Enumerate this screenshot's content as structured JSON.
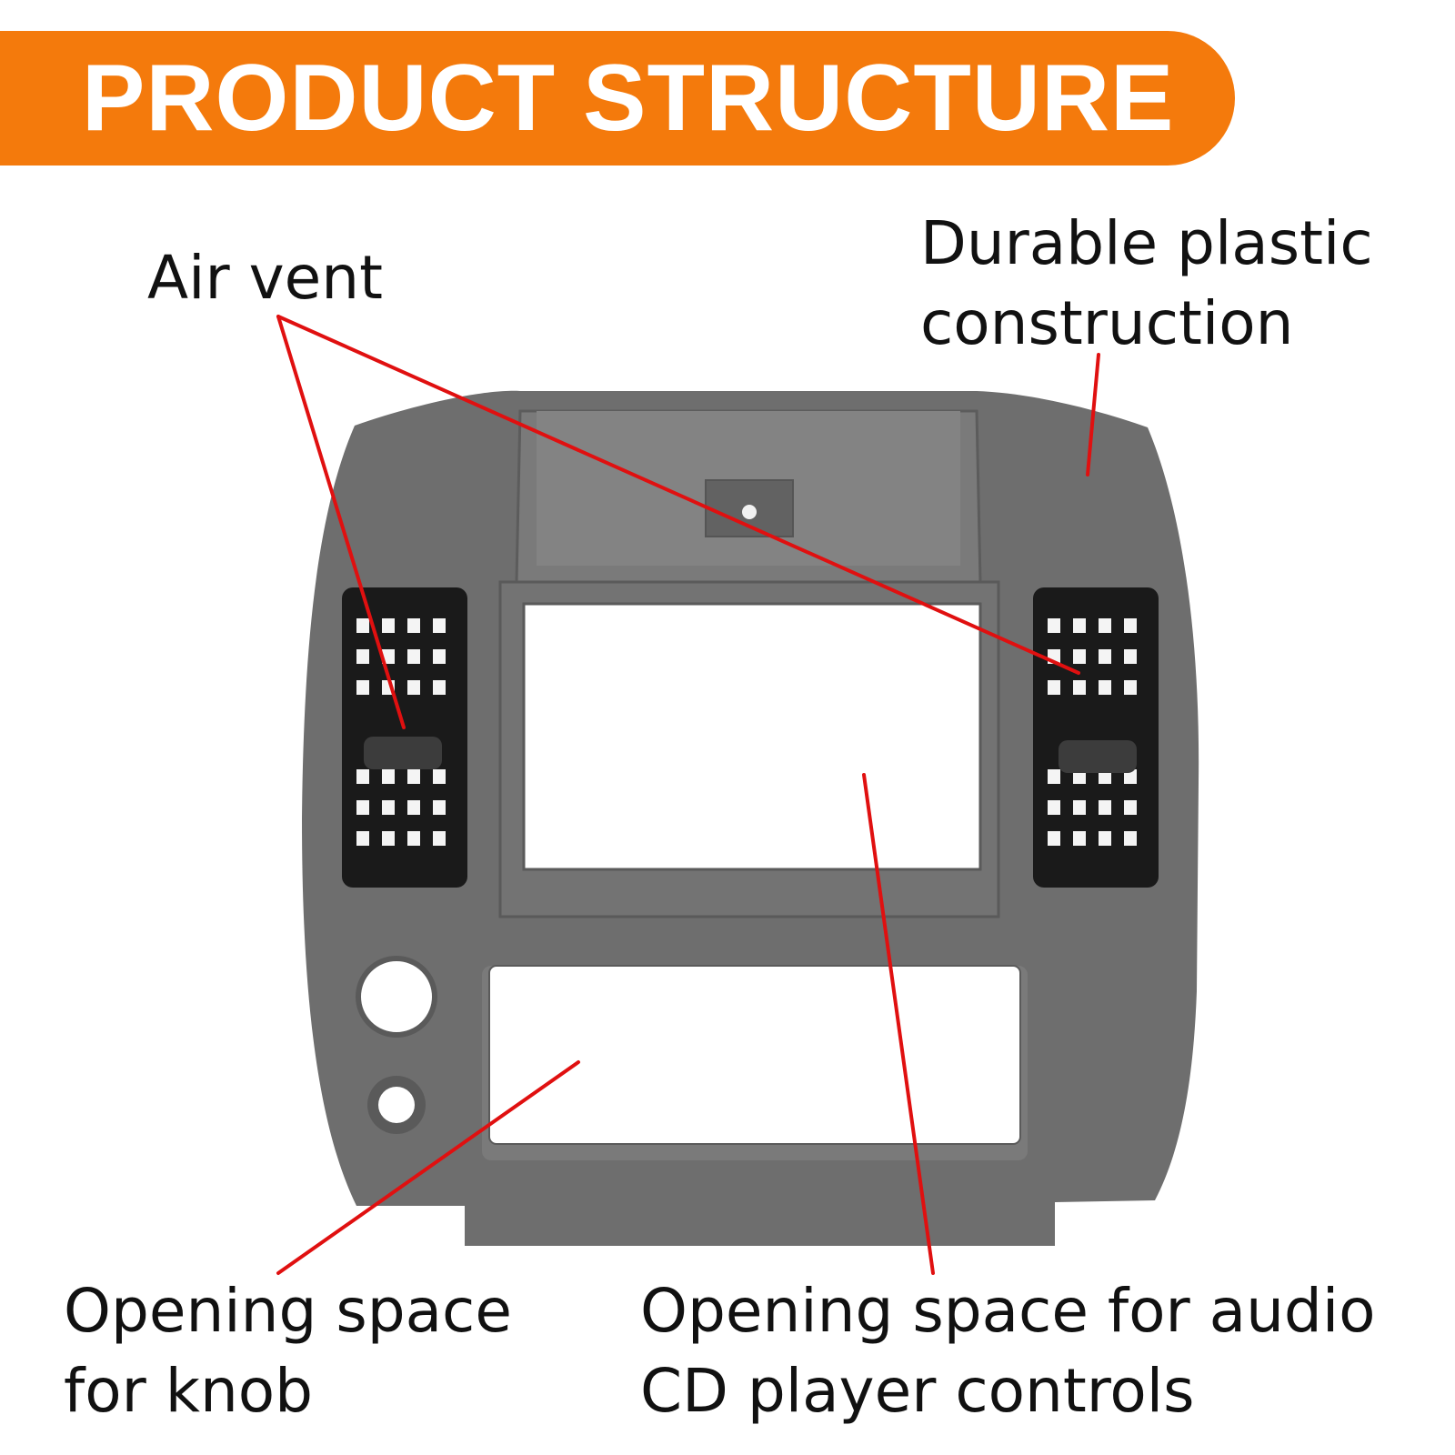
{
  "banner": {
    "title": "PRODUCT STRUCTURE",
    "color": "#f47a0c"
  },
  "labels": {
    "air_vent": "Air vent",
    "plastic": [
      "Durable plastic",
      "construction"
    ],
    "knob": [
      "Opening space",
      "for knob"
    ],
    "audio": [
      "Opening space for audio",
      "CD player controls"
    ]
  },
  "colors": {
    "panel": "#6e6e6e",
    "leader": "#e01010",
    "vent": "#1a1a1a"
  }
}
